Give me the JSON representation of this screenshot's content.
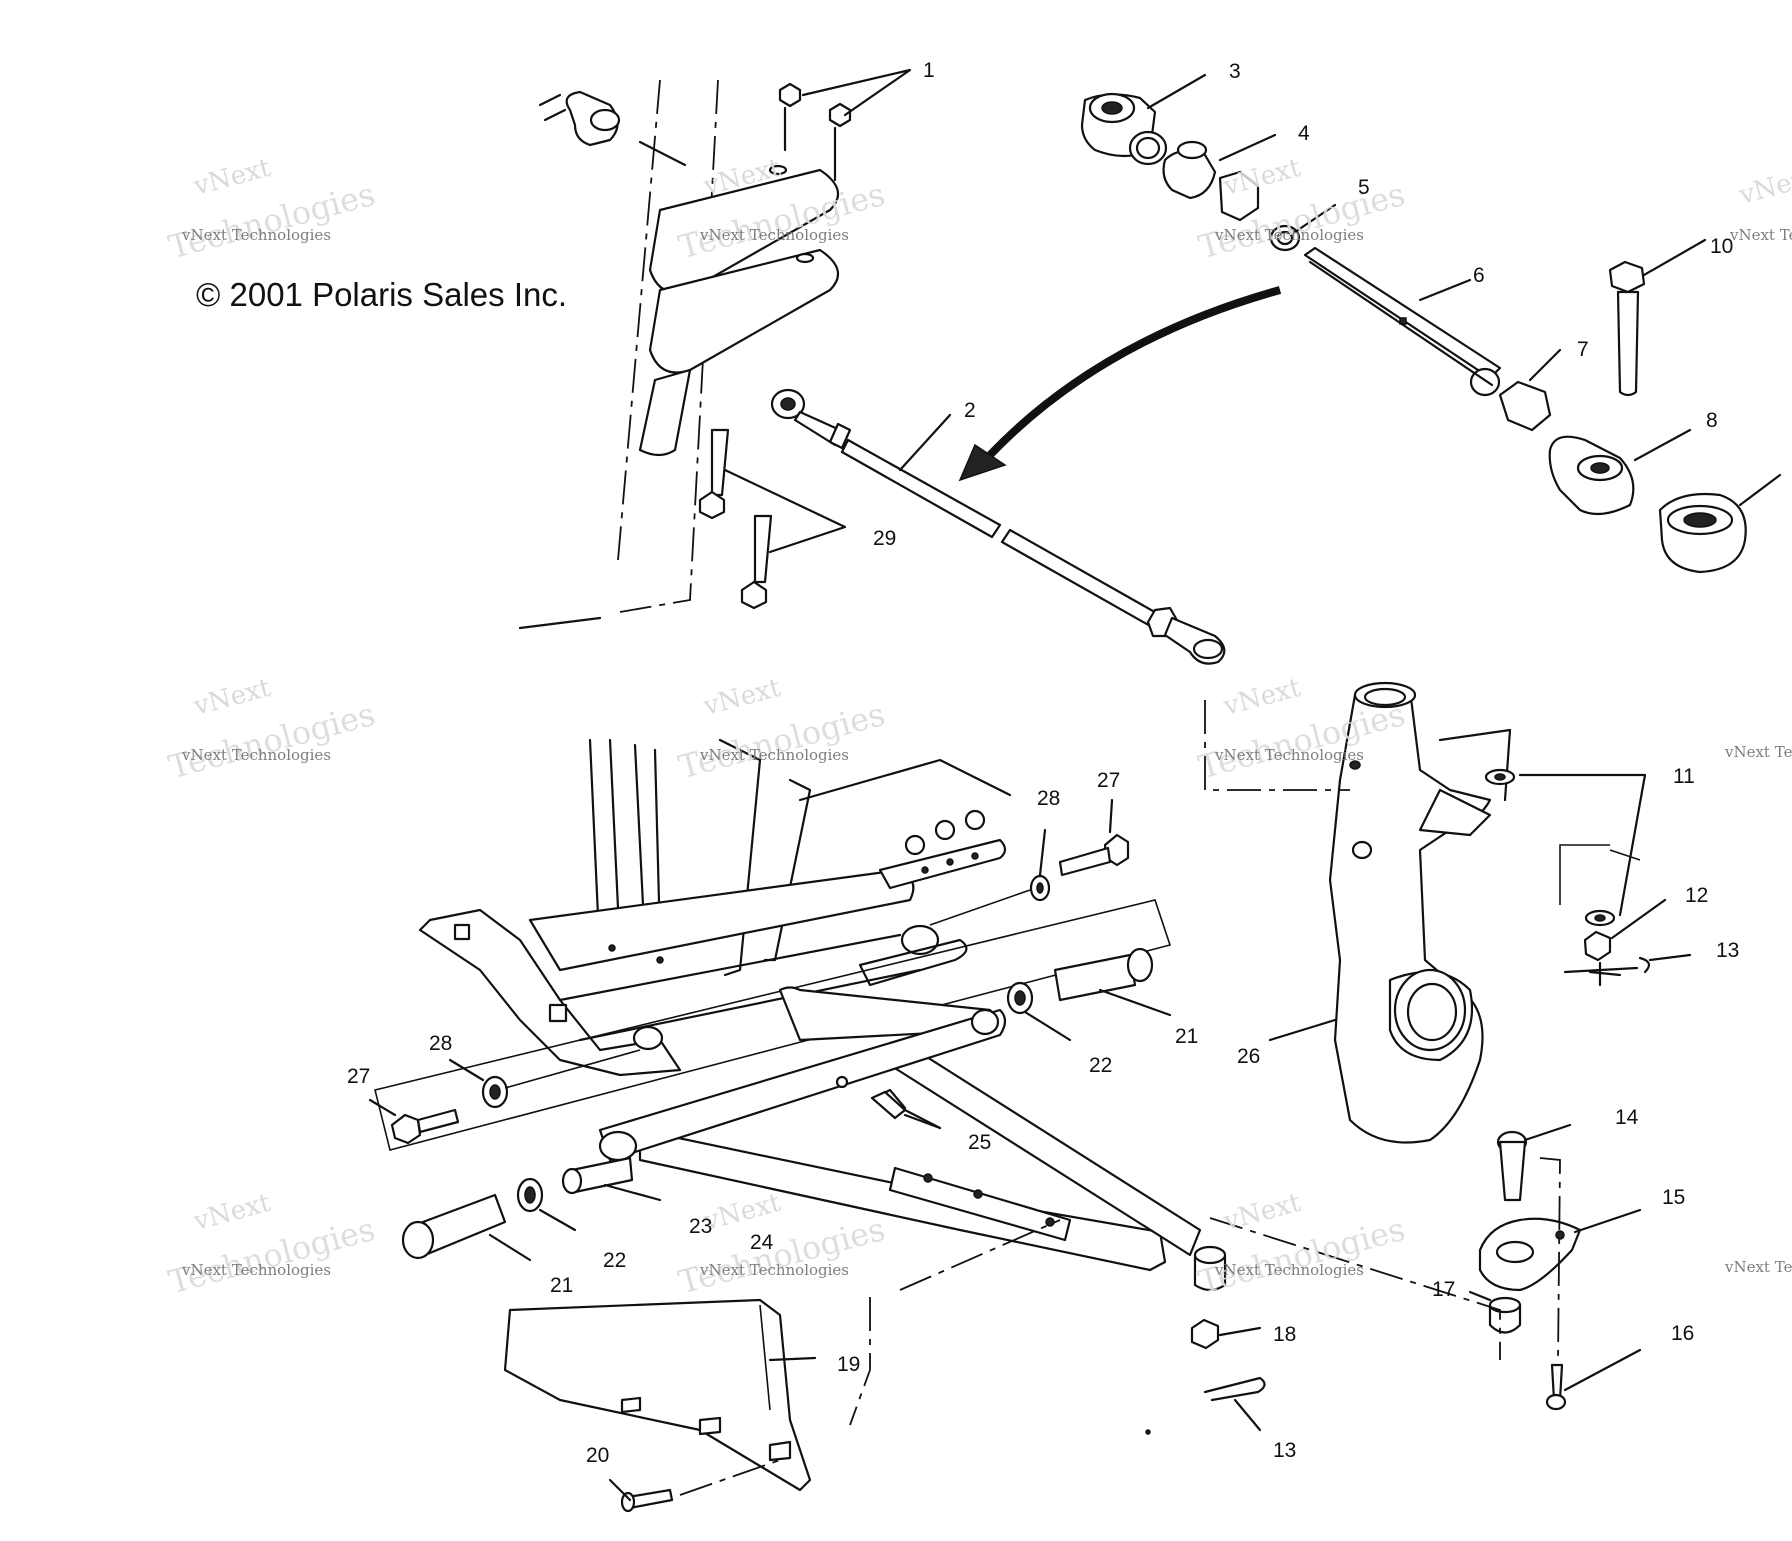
{
  "copyright": "© 2001 Polaris Sales Inc.",
  "watermark": {
    "line1": "vNext",
    "line2": "vNext Technologies",
    "line3": "Technologies"
  },
  "callouts": [
    "1",
    "2",
    "3",
    "4",
    "5",
    "6",
    "7",
    "8",
    "10",
    "29",
    "11",
    "12",
    "13",
    "27",
    "28",
    "21",
    "22",
    "26",
    "25",
    "23",
    "24",
    "14",
    "15",
    "17",
    "16",
    "18",
    "13",
    "19",
    "20",
    "28",
    "27",
    "22",
    "21"
  ]
}
